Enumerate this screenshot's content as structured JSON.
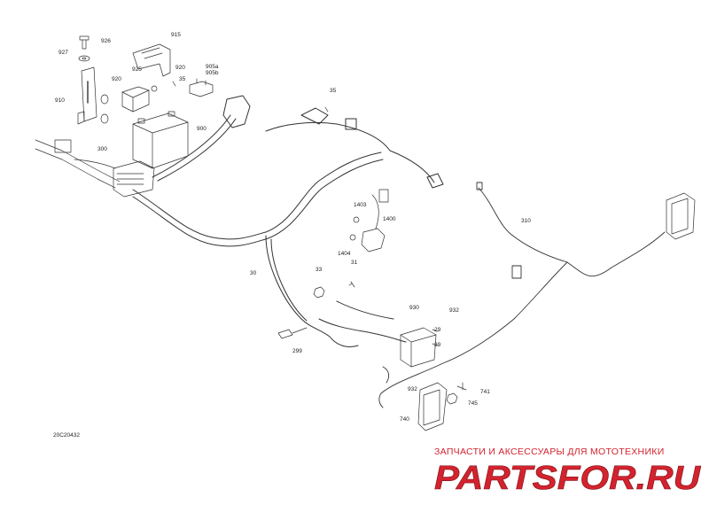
{
  "figure_code": "20C20432",
  "callouts": {
    "c926": "926",
    "c927": "927",
    "c915": "915",
    "c925": "925",
    "c920": "920",
    "c905a": "905a",
    "c905b": "905b",
    "c35a": "35",
    "c35b": "35",
    "c910": "910",
    "c900": "900",
    "c300": "300",
    "c30": "30",
    "c1403": "1403",
    "c1400": "1400",
    "c1404": "1404",
    "c31": "31",
    "c33": "33",
    "c310": "310",
    "c930": "930",
    "c932a": "932",
    "c29": "29",
    "c932b": "932",
    "c299": "299",
    "c741": "741",
    "c745": "745",
    "c740": "740"
  },
  "watermark": {
    "tagline": "ЗАПЧАСТИ И АКСЕССУАРЫ ДЛЯ МОТОТЕХНИКИ",
    "logo_text": "PARTSFOR.RU",
    "color": "#d3232e"
  }
}
